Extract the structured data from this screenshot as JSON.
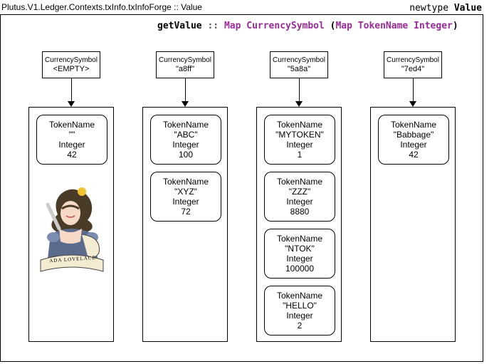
{
  "header": {
    "path": "Plutus.V1.Ledger.Contexts.txInfo.txInfoForge :: Value",
    "newtype_kw": "newtype",
    "newtype_name": "Value"
  },
  "signature": {
    "name": "getValue",
    "sep": "::",
    "map1": "Map",
    "type1": "CurrencySymbol",
    "open": "(",
    "map2": "Map",
    "type2": "TokenName",
    "type3": "Integer",
    "close": ")"
  },
  "symbols": [
    {
      "label": "CurrencySymbol",
      "value": "<EMPTY>",
      "tokens": [
        {
          "label": "TokenName",
          "name": "\"\"",
          "int_label": "Integer",
          "amount": "42"
        }
      ]
    },
    {
      "label": "CurrencySymbol",
      "value": "\"a8ff\"",
      "tokens": [
        {
          "label": "TokenName",
          "name": "\"ABC\"",
          "int_label": "Integer",
          "amount": "100"
        },
        {
          "label": "TokenName",
          "name": "\"XYZ\"",
          "int_label": "Integer",
          "amount": "72"
        }
      ]
    },
    {
      "label": "CurrencySymbol",
      "value": "\"5a8a\"",
      "tokens": [
        {
          "label": "TokenName",
          "name": "\"MYTOKEN\"",
          "int_label": "Integer",
          "amount": "1"
        },
        {
          "label": "TokenName",
          "name": "\"ZZZ\"",
          "int_label": "Integer",
          "amount": "8880"
        },
        {
          "label": "TokenName",
          "name": "\"NTOK\"",
          "int_label": "Integer",
          "amount": "100000"
        },
        {
          "label": "TokenName",
          "name": "\"HELLO\"",
          "int_label": "Integer",
          "amount": "2"
        }
      ]
    },
    {
      "label": "CurrencySymbol",
      "value": "\"7ed4\"",
      "tokens": [
        {
          "label": "TokenName",
          "name": "\"Babbage\"",
          "int_label": "Integer",
          "amount": "42"
        }
      ]
    }
  ],
  "illustration": {
    "banner_text": "ADA LOVELACE",
    "icon": "ada-lovelace-illustration"
  }
}
